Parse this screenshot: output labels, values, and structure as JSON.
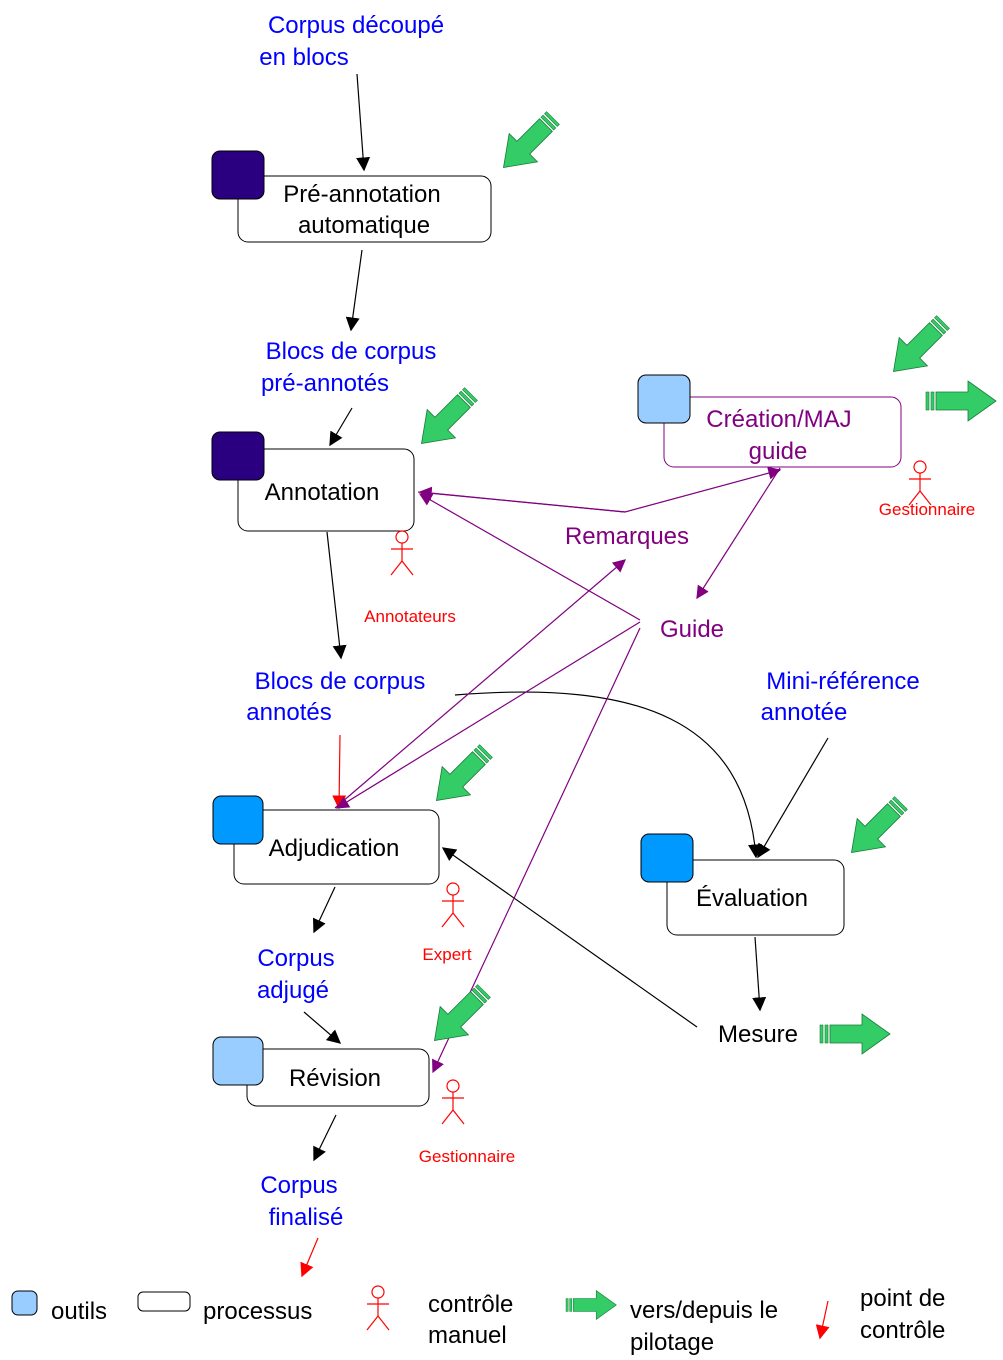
{
  "data_labels": {
    "corpus_decoupe": [
      "Corpus découpé",
      "en blocs"
    ],
    "blocs_preannotes": [
      "Blocs de corpus",
      "pré-annotés"
    ],
    "blocs_annotes": [
      "Blocs de corpus",
      "annotés"
    ],
    "corpus_adjuge": [
      "Corpus",
      "adjugé"
    ],
    "corpus_finalise": [
      "Corpus",
      "finalisé"
    ],
    "mini_reference": [
      "Mini-référence",
      "annotée"
    ]
  },
  "processes": {
    "preannotation": [
      "Pré-annotation",
      "automatique"
    ],
    "annotation": [
      "Annotation"
    ],
    "creation_guide": [
      "Création/MAJ",
      "guide"
    ],
    "adjudication": [
      "Adjudication"
    ],
    "evaluation": [
      "Évaluation"
    ],
    "revision": [
      "Révision"
    ]
  },
  "roles": {
    "annotateurs": "Annotateurs",
    "gestionnaire_top": "Gestionnaire",
    "expert": "Expert",
    "gestionnaire_bottom": "Gestionnaire"
  },
  "artifacts": {
    "remarques": "Remarques",
    "guide": "Guide",
    "mesure": "Mesure"
  },
  "legend": {
    "outils": "outils",
    "processus": "processus",
    "controle_manuel": [
      "contrôle",
      "manuel"
    ],
    "pilotage": [
      "vers/depuis le",
      "pilotage"
    ],
    "point_controle": [
      "point de",
      "contrôle"
    ]
  },
  "colors": {
    "data_text": "#0000ff",
    "feedback": "#800080",
    "control": "#ff0000",
    "pilot_arrow": "#33cc66",
    "tool_dark": "#2a0080",
    "tool_mid": "#0099ff",
    "tool_light": "#99ccff"
  }
}
